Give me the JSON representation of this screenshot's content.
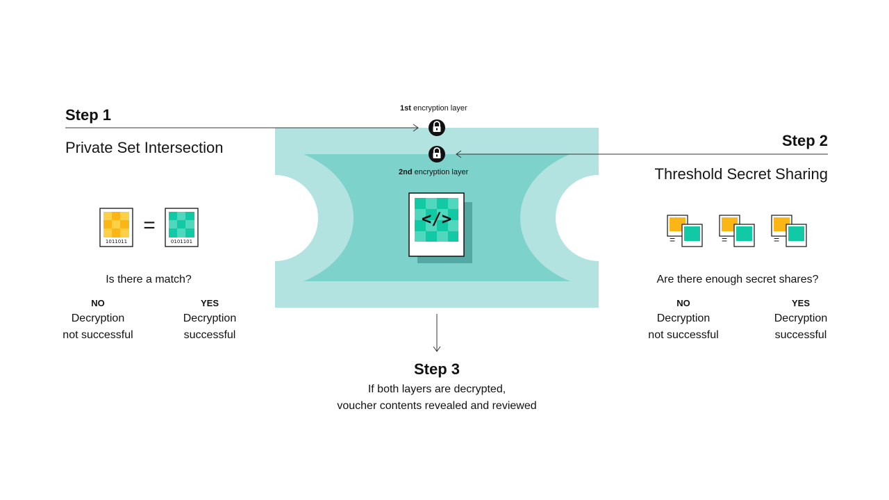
{
  "layers": {
    "first_bold": "1st",
    "first_rest": " encryption layer",
    "second_bold": "2nd",
    "second_rest": " encryption layer"
  },
  "step1": {
    "title": "Step 1",
    "subtitle": "Private Set Intersection",
    "left_code": "1011011",
    "right_code": "0101101",
    "equals": "=",
    "question": "Is there a match?",
    "no_label": "NO",
    "no_line1": "Decryption",
    "no_line2": "not successful",
    "yes_label": "YES",
    "yes_line1": "Decryption",
    "yes_line2": "successful"
  },
  "step2": {
    "title": "Step 2",
    "subtitle": "Threshold Secret Sharing",
    "equals": "=",
    "question": "Are there enough secret shares?",
    "no_label": "NO",
    "no_line1": "Decryption",
    "no_line2": "not successful",
    "yes_label": "YES",
    "yes_line1": "Decryption",
    "yes_line2": "successful"
  },
  "step3": {
    "title": "Step 3",
    "line1": "If both layers are decrypted,",
    "line2": "voucher contents revealed and reviewed"
  },
  "voucher": {
    "code_glyph": "</>"
  },
  "colors": {
    "outer_band": "#b3e3e0",
    "inner_band": "#7dd3cb",
    "teal": "#12c9a6",
    "teal_light": "#4fd8bd",
    "yellow": "#fbb515",
    "yellow_light": "#fdd047",
    "shadow": "#55a9a4",
    "ink": "#111111"
  }
}
